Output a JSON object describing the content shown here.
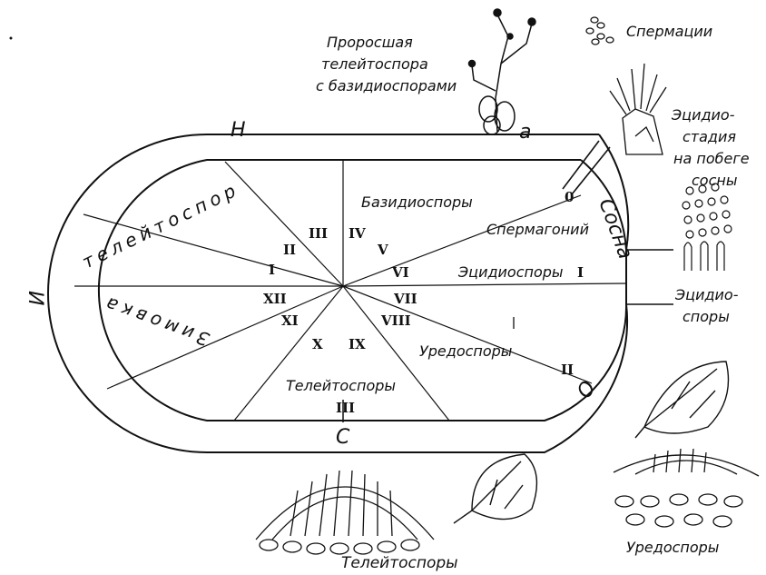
{
  "ring_letters": {
    "n": "Н",
    "a": "а",
    "i": "И",
    "s": "С",
    "o": "О"
  },
  "ring_sector": "Сосна",
  "inner": {
    "teleitospor": "телейтоспор",
    "basidiospores": "Базидиоспоры",
    "spermagonium": "Спермагоний",
    "aecidiospores": "Эцидиоспоры",
    "zimovka": "Зимовка",
    "uredospores": "Уредоспоры",
    "teleutospores": "Телейтоспоры",
    "zero": "0"
  },
  "roman": [
    "I",
    "II",
    "III",
    "IV",
    "V",
    "VI",
    "VII",
    "VIII",
    "IX",
    "X",
    "XI",
    "XII"
  ],
  "outside": {
    "sprouted_1": "Проросшая",
    "sprouted_2": "телейтоспора",
    "sprouted_3": "с базидиоспорами",
    "spermatia": "Спермации",
    "aecidio_stage_1": "Эцидио-",
    "aecidio_stage_2": "стадия",
    "aecidio_stage_3": "на побеге",
    "aecidio_stage_4": "сосны",
    "aecidio_spores_1": "Эцидио-",
    "aecidio_spores_2": "споры",
    "uredospores": "Уредоспоры",
    "teleutospores": "Телейтоспоры"
  }
}
